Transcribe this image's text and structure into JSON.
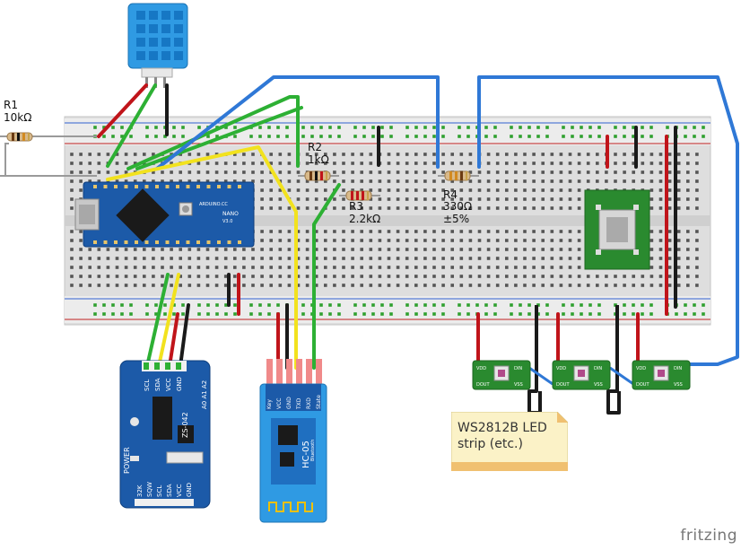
{
  "labels": {
    "r1_name": "R1",
    "r1_value": "10kΩ",
    "r2_name": "R2",
    "r2_value": "1kΩ",
    "r3_name": "R3",
    "r3_value": "2.2kΩ",
    "r4_name": "R4",
    "r4_value": "330Ω",
    "r4_tol": "±5%"
  },
  "note": {
    "text": "WS2812B LED strip (etc.)"
  },
  "modules": {
    "hc05_name": "HC-05",
    "hc05_sub": "Bluetooth",
    "hc05_pins": [
      "Key",
      "VCC",
      "GND",
      "TXD",
      "RXD",
      "State"
    ],
    "rtc_pins_top": [
      "SCL",
      "SDA",
      "VCC",
      "GND"
    ],
    "rtc_name": "ZS-042",
    "rtc_power": "POWER",
    "rtc_addr": "A0 A1 A2",
    "rtc_pins_bottom": [
      "32K",
      "SQW",
      "SCL",
      "SDA",
      "VCC",
      "GND"
    ],
    "nano_brand": "ARDUINO.CC",
    "nano_model": "NANO",
    "nano_sub": "V3.0",
    "led_pins": [
      "VDD",
      "DIN",
      "DOUT",
      "VSS"
    ]
  },
  "watermark": "fritzing",
  "colors": {
    "wire_red": "#c0141a",
    "wire_black": "#1a1a1a",
    "wire_green": "#2db034",
    "wire_yellow": "#f2e21e",
    "wire_blue": "#2f78d6",
    "wire_gray": "#9a9a9a",
    "board_blue": "#1c5aa8",
    "breadboard": "#e6e6e6"
  }
}
